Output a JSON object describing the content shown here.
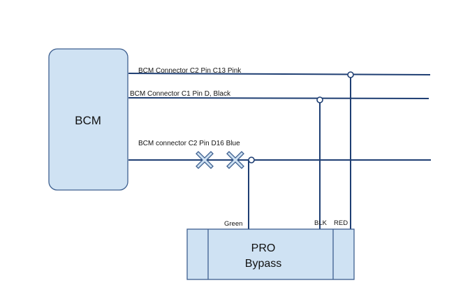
{
  "bcm": {
    "label": "BCM"
  },
  "pro_bypass": {
    "line1": "PRO",
    "line2": "Bypass"
  },
  "wires": [
    {
      "id": "pink",
      "label": "BCM Connector C2 Pin C13 Pink",
      "color": "#1f3f73"
    },
    {
      "id": "black",
      "label": "BCM Connector C1 Pin D, Black",
      "color": "#1f3f73"
    },
    {
      "id": "blue",
      "label": "BCM connector C2 Pin D16 Blue",
      "color": "#1f3f73"
    }
  ],
  "module_wires": {
    "green": "Green",
    "blk": "BLK",
    "red": "RED"
  },
  "icons": {
    "cut": "cut-x-icon",
    "splice": "junction-dot-icon"
  },
  "colors": {
    "box_fill": "#cfe2f3",
    "box_stroke": "#3d5f8f",
    "wire": "#1f3f73"
  }
}
